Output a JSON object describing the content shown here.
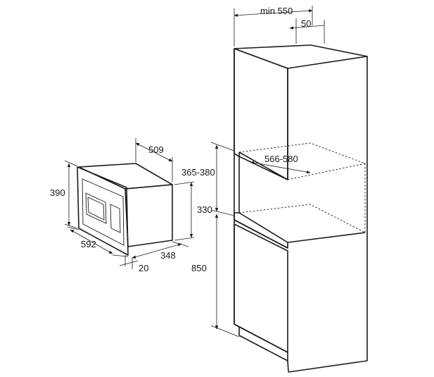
{
  "dimensions": {
    "min_depth": "min 550",
    "top_offset": "50",
    "niche_depth": "566-580",
    "niche_height": "365-380",
    "base_height": "850",
    "unit_depth": "509",
    "unit_height_outer": "390",
    "unit_height_body": "330",
    "unit_width_front": "592",
    "unit_width_body": "348",
    "frame_depth": "20"
  },
  "colors": {
    "line": "#1a1a1a",
    "frame_fill": "#a9a9a9",
    "panel_fill": "#ffffff"
  }
}
